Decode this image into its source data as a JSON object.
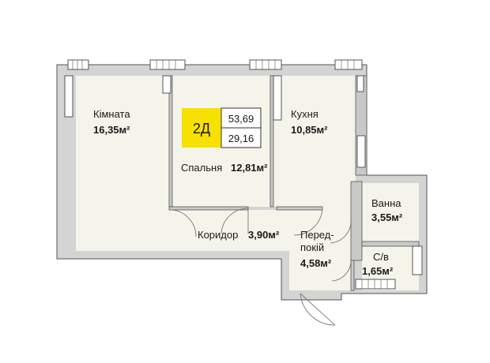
{
  "plan": {
    "badge": {
      "code": "2Д",
      "total_area": "53,69",
      "living_area": "29,16",
      "accent_color": "#f7e100"
    },
    "rooms": {
      "kimnata": {
        "name": "Кімната",
        "area": "16,35м²"
      },
      "kukhnia": {
        "name": "Кухня",
        "area": "10,85м²"
      },
      "spalnia": {
        "name": "Спальня",
        "area": "12,81м²"
      },
      "korydor": {
        "name": "Коридор",
        "area": "3,90м²"
      },
      "perepokii": {
        "name_line1": "Перед-",
        "name_line2": "покій",
        "area": "4,58м²"
      },
      "vanna": {
        "name": "Ванна",
        "area": "3,55м²"
      },
      "sv": {
        "name": "С/в",
        "area": "1,65м²"
      }
    },
    "colors": {
      "floor": "#f5f4ea",
      "wall": "#d2d2d2",
      "wall_outline": "#555555"
    }
  }
}
